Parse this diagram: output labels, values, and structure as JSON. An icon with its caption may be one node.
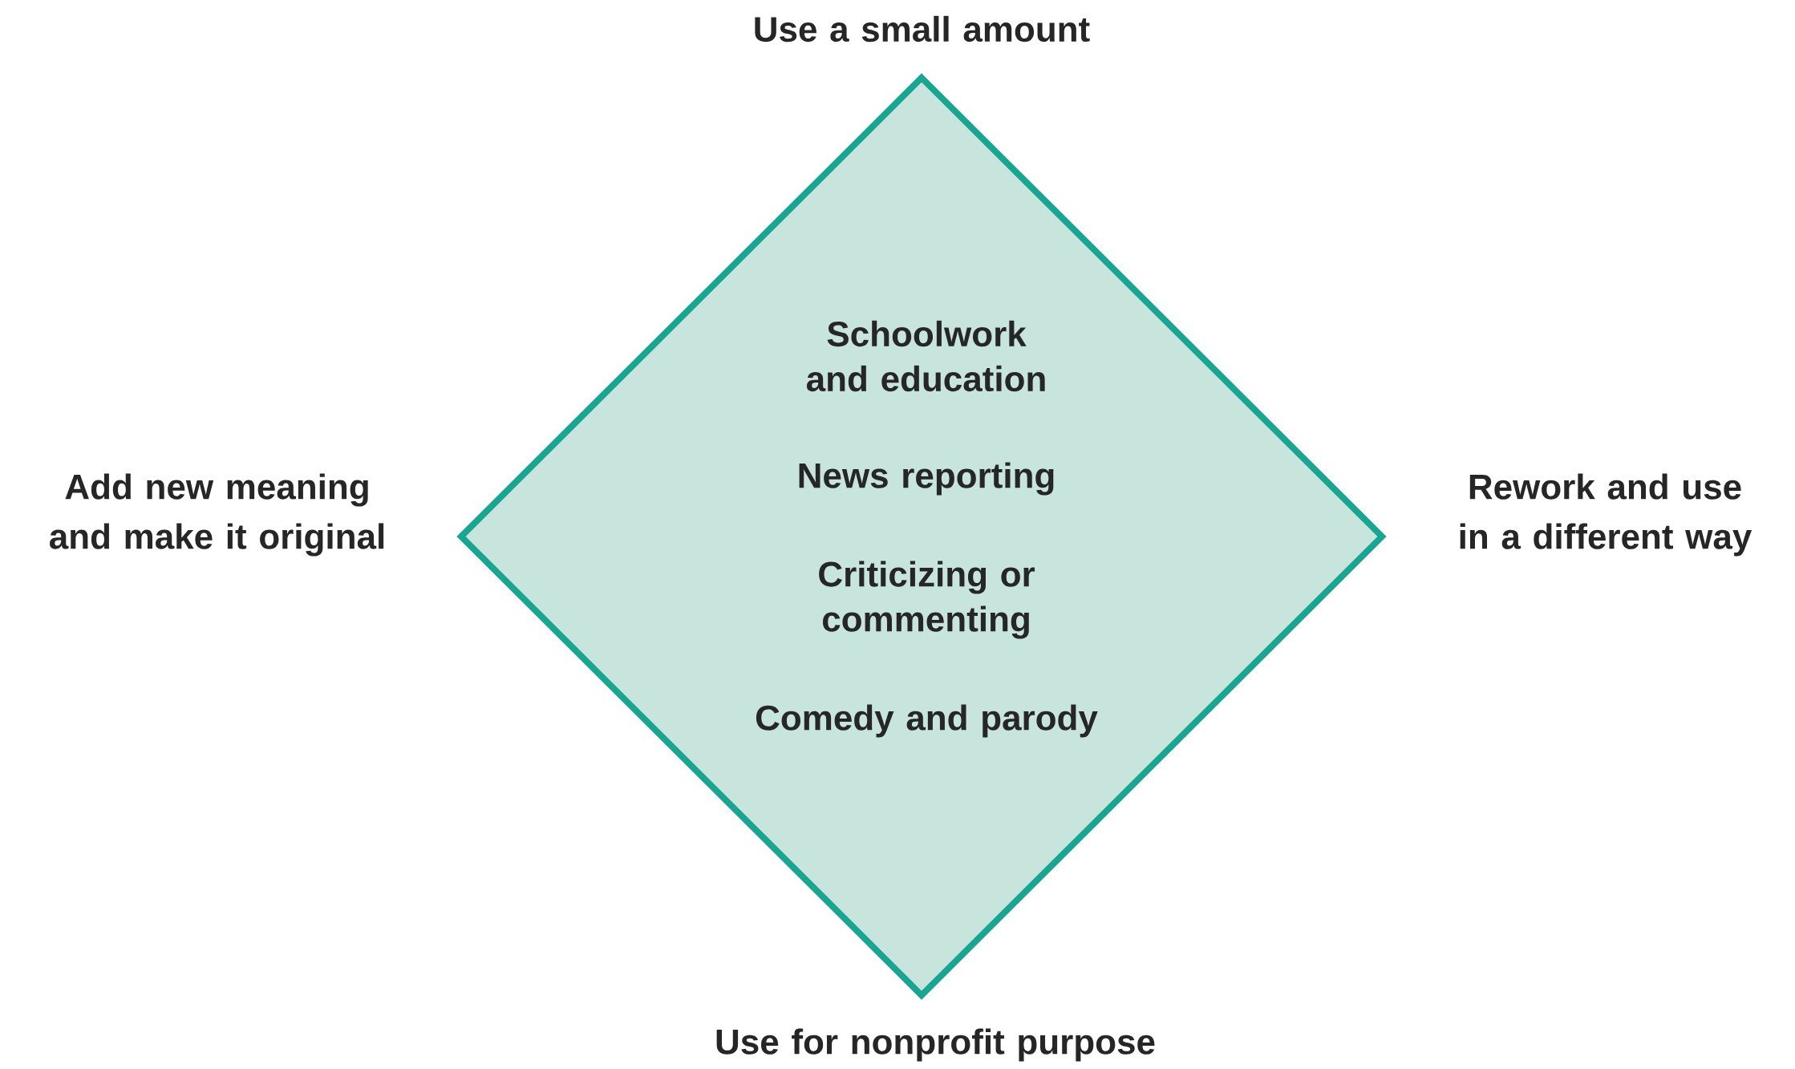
{
  "diagram": {
    "nodes": [
      {
        "text": [
          "Schoolwork and education",
          "News reporting",
          "Criticizing or commenting",
          "Comedy and parody"
        ]
      }
    ],
    "labels": [
      "Use a small amount",
      "Add new meaning and make it original",
      "Rework and use in a different way",
      "Use for nonprofit purpose"
    ]
  }
}
